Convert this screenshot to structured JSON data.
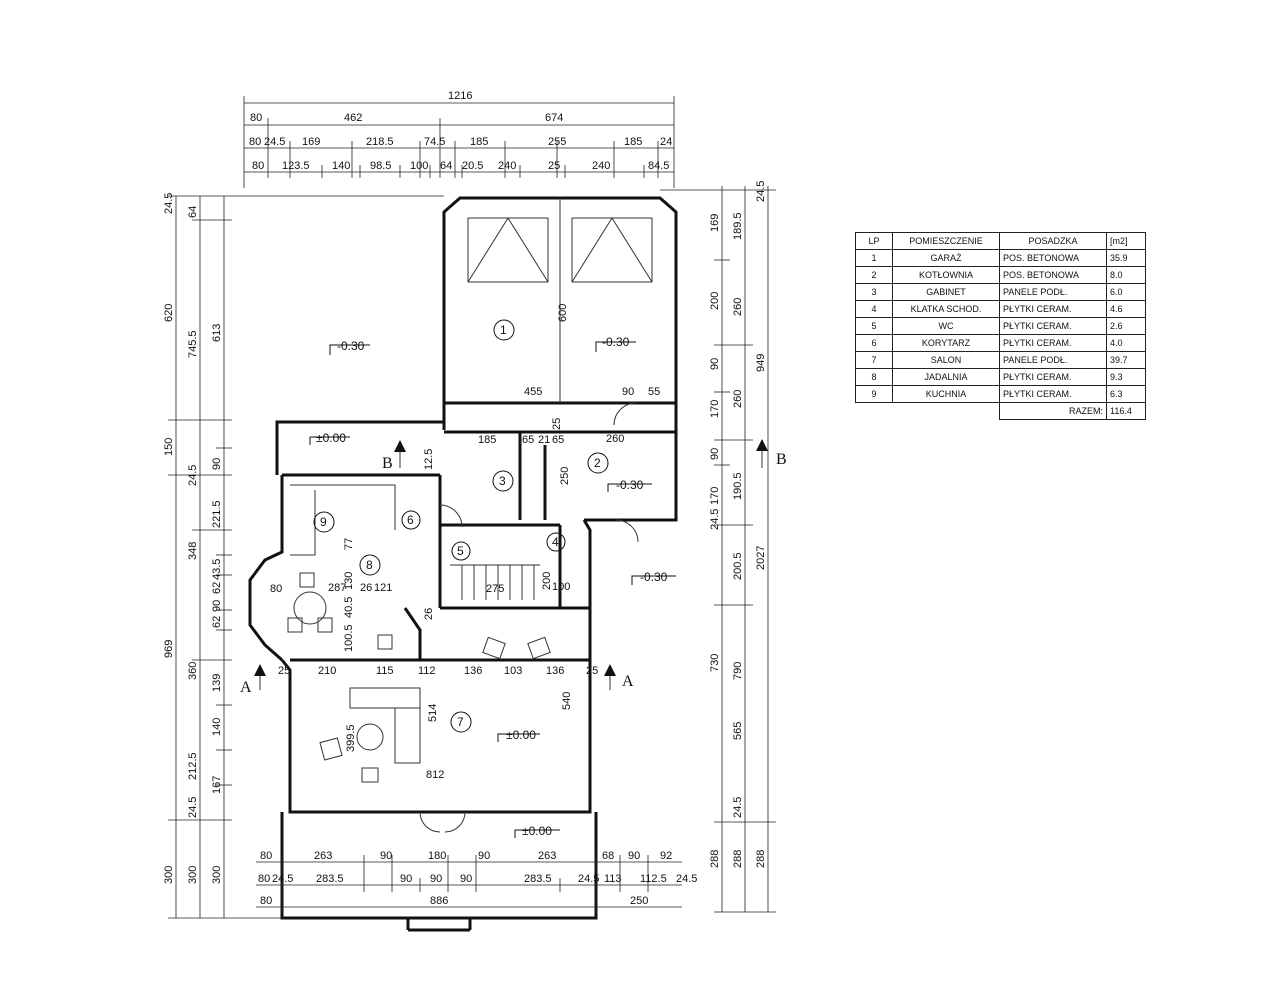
{
  "table": {
    "headers": [
      "LP",
      "POMIESZCZENIE",
      "POSADZKA",
      "[m2]"
    ],
    "rows": [
      {
        "lp": "1",
        "name": "GARAŻ",
        "floor": "POS. BETONOWA",
        "area": "35.9"
      },
      {
        "lp": "2",
        "name": "KOTŁOWNIA",
        "floor": "POS. BETONOWA",
        "area": "8.0"
      },
      {
        "lp": "3",
        "name": "GABINET",
        "floor": "PANELE PODŁ.",
        "area": "6.0"
      },
      {
        "lp": "4",
        "name": "KLATKA SCHOD.",
        "floor": "PŁYTKI CERAM.",
        "area": "4.6"
      },
      {
        "lp": "5",
        "name": "WC",
        "floor": "PŁYTKI CERAM.",
        "area": "2.6"
      },
      {
        "lp": "6",
        "name": "KORYTARZ",
        "floor": "PŁYTKI CERAM.",
        "area": "4.0"
      },
      {
        "lp": "7",
        "name": "SALON",
        "floor": "PANELE PODŁ.",
        "area": "39.7"
      },
      {
        "lp": "8",
        "name": "JADALNIA",
        "floor": "PŁYTKI CERAM.",
        "area": "9.3"
      },
      {
        "lp": "9",
        "name": "KUCHNIA",
        "floor": "PŁYTKI CERAM.",
        "area": "6.3"
      }
    ],
    "total_label": "RAZEM:",
    "total_value": "116.4"
  },
  "section_marks": {
    "a": "A",
    "b": "B"
  },
  "levels": {
    "minus": "-0.30",
    "zero": "±0.00"
  },
  "room_numbers": [
    "1",
    "2",
    "3",
    "4",
    "5",
    "6",
    "7",
    "8",
    "9"
  ],
  "top_dimensions": {
    "overall": "1216",
    "row1": [
      "80",
      "462",
      "674"
    ],
    "row2": [
      "80",
      "24.5",
      "169",
      "218.5",
      "74.5",
      "185",
      "255",
      "185",
      "24"
    ],
    "row3": [
      "80",
      "123.5",
      "140",
      "98.5",
      "100",
      "64",
      "20.5",
      "240",
      "25",
      "240",
      "84.5"
    ]
  },
  "bottom_dimensions": {
    "row1": [
      "80",
      "263",
      "90",
      "180",
      "90",
      "263",
      "68",
      "90",
      "92"
    ],
    "row2": [
      "80",
      "24.5",
      "283.5",
      "90",
      "90",
      "90",
      "283.5",
      "24.5",
      "113",
      "112.5",
      "24.5"
    ],
    "row3": [
      "80",
      "886",
      "250"
    ]
  },
  "left_dimensions": {
    "outer": [
      "24.5",
      "620",
      "150",
      "969",
      "300"
    ],
    "middle": [
      "64",
      "745.5",
      "24.5",
      "348",
      "360",
      "300"
    ],
    "inner": [
      "613",
      "90",
      "221.5",
      "43.5",
      "62",
      "90",
      "62",
      "139",
      "140",
      "212.5",
      "167",
      "24.5",
      "300"
    ]
  },
  "right_dimensions": {
    "outer": [
      "24.5",
      "949",
      "2027",
      "288"
    ],
    "middle": [
      "189.5",
      "260",
      "260",
      "190.5",
      "200.5",
      "790",
      "24.5",
      "288"
    ],
    "inner": [
      "169",
      "200",
      "90",
      "170",
      "90",
      "170",
      "24.5",
      "730",
      "565",
      "288"
    ]
  },
  "interior_dimensions": [
    "600",
    "455",
    "90",
    "55",
    "185",
    "65",
    "21",
    "65",
    "260",
    "250",
    "200",
    "100",
    "275",
    "287",
    "26",
    "121",
    "77",
    "130",
    "80",
    "210",
    "115",
    "112",
    "136",
    "103",
    "136",
    "25",
    "540",
    "514",
    "399.5",
    "812",
    "25",
    "100.5",
    "40.5",
    "26",
    "25",
    "12.5"
  ]
}
